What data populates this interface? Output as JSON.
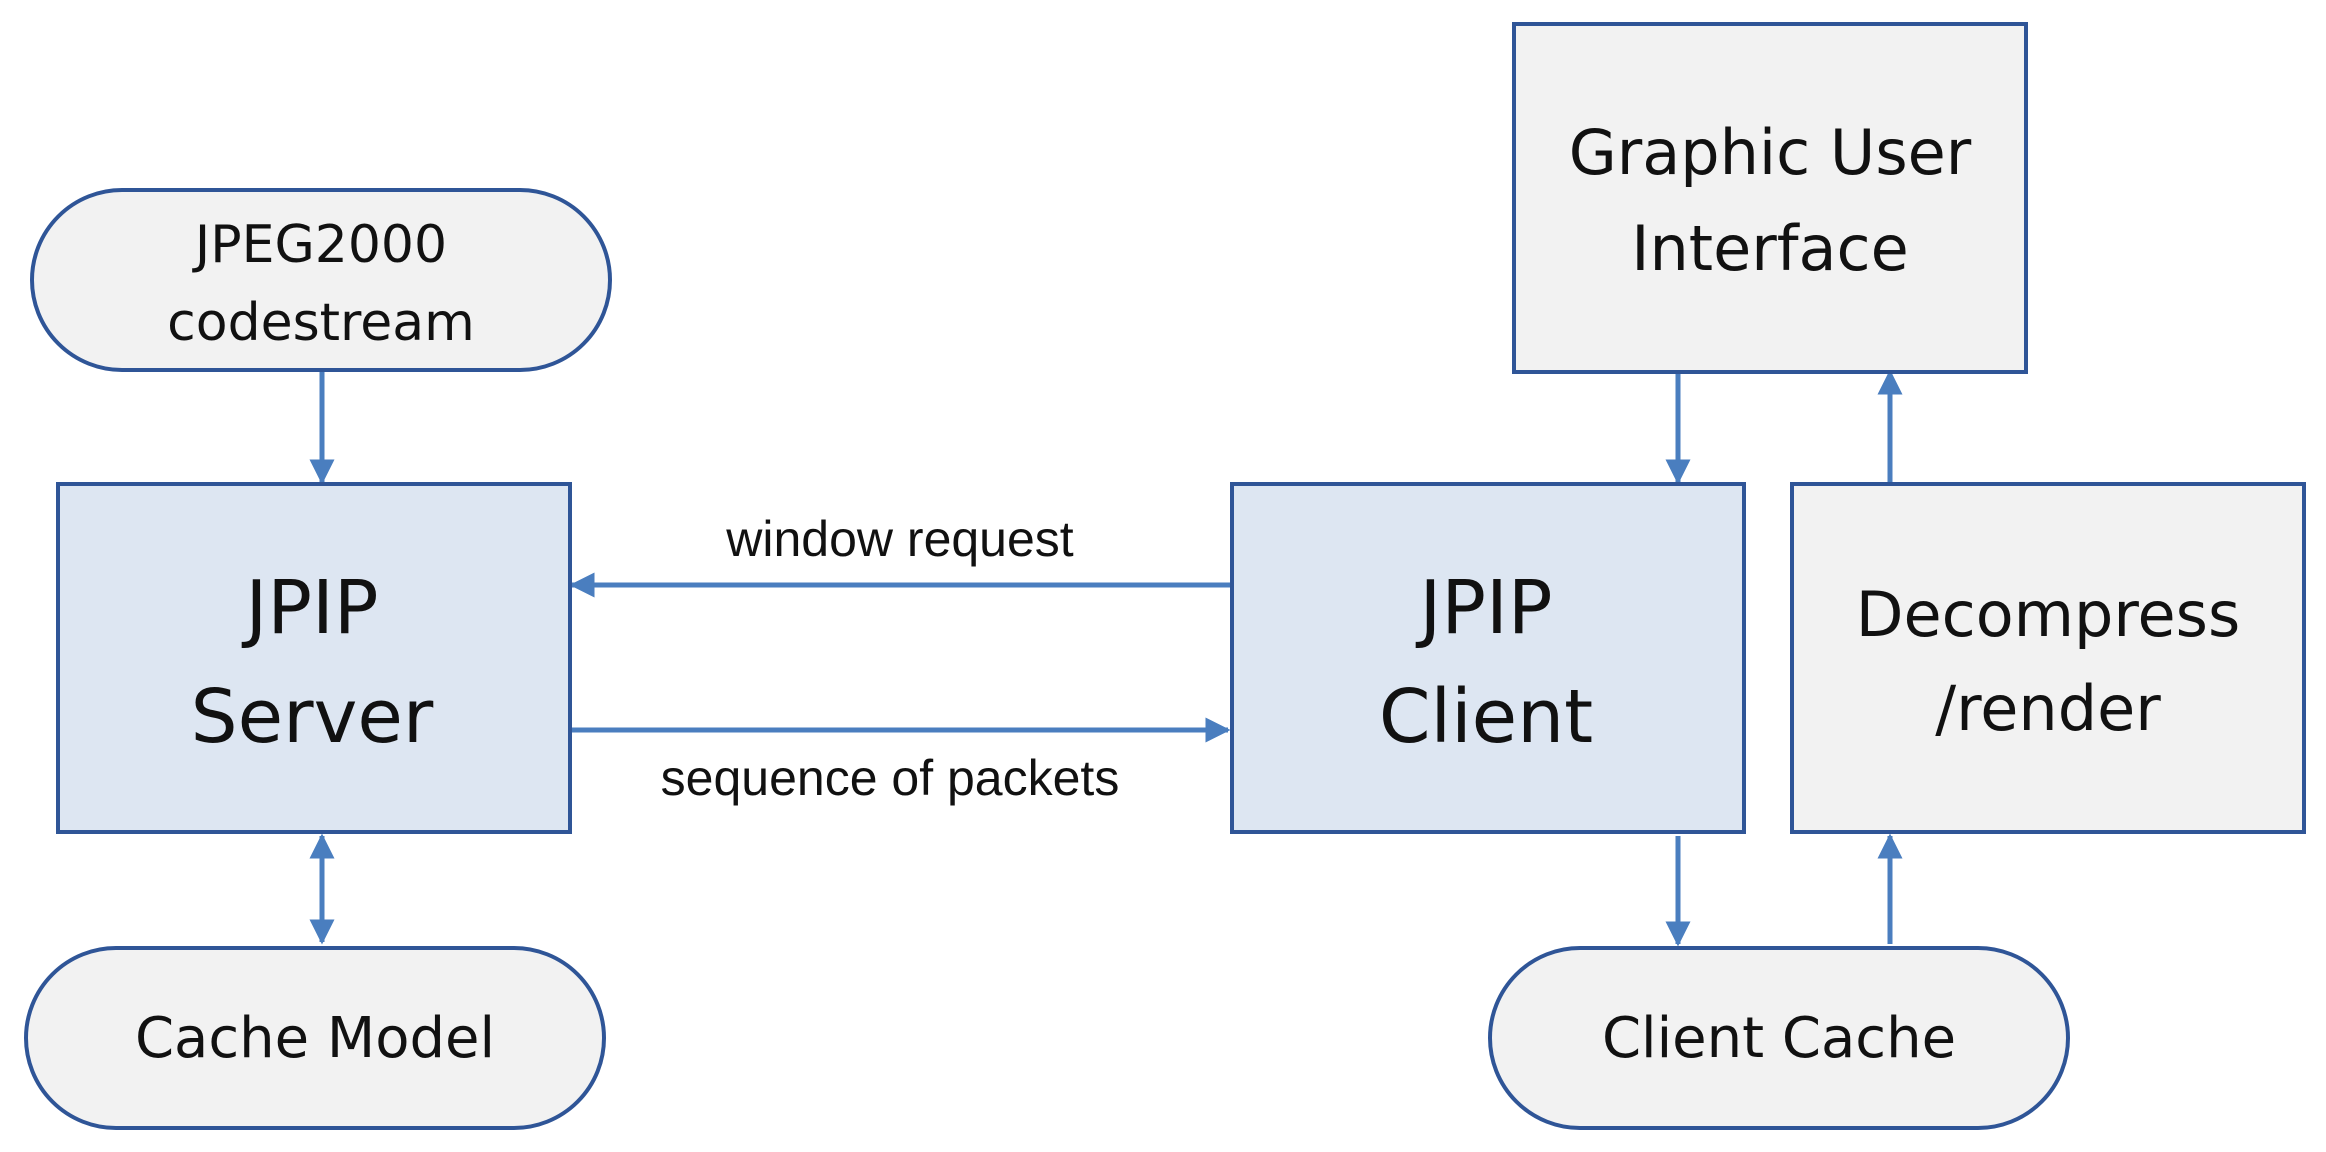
{
  "colors": {
    "edge": "#4a7ebf",
    "box_fill_primary": "#dde6f2",
    "box_fill_neutral": "#f2f2f2",
    "box_stroke": "#2f5597"
  },
  "nodes": {
    "codestream": {
      "line1": "JPEG2000",
      "line2": "codestream"
    },
    "server": {
      "line1": "JPIP",
      "line2": "Server"
    },
    "cache_model": {
      "label": "Cache Model"
    },
    "client": {
      "line1": "JPIP",
      "line2": "Client"
    },
    "gui": {
      "line1": "Graphic User",
      "line2": "Interface"
    },
    "decompress": {
      "line1": "Decompress",
      "line2": "/render"
    },
    "client_cache": {
      "label": "Client Cache"
    }
  },
  "edges": {
    "window_request": "window request",
    "sequence_of_packets": "sequence of packets"
  }
}
